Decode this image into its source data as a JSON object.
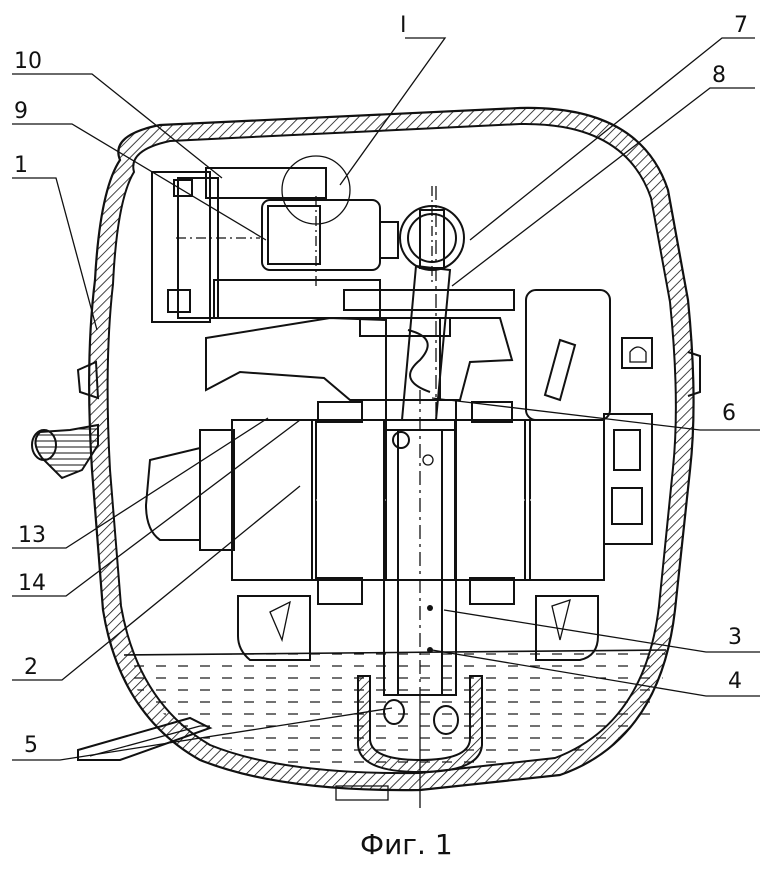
{
  "figure": {
    "caption": "Фиг. 1",
    "section_mark": "I"
  },
  "callouts": [
    {
      "id": "1",
      "text": "1"
    },
    {
      "id": "2",
      "text": "2"
    },
    {
      "id": "3",
      "text": "3"
    },
    {
      "id": "4",
      "text": "4"
    },
    {
      "id": "5",
      "text": "5"
    },
    {
      "id": "6",
      "text": "6"
    },
    {
      "id": "7",
      "text": "7"
    },
    {
      "id": "8",
      "text": "8"
    },
    {
      "id": "9",
      "text": "9"
    },
    {
      "id": "10",
      "text": "10"
    },
    {
      "id": "13",
      "text": "13"
    },
    {
      "id": "14",
      "text": "14"
    }
  ]
}
